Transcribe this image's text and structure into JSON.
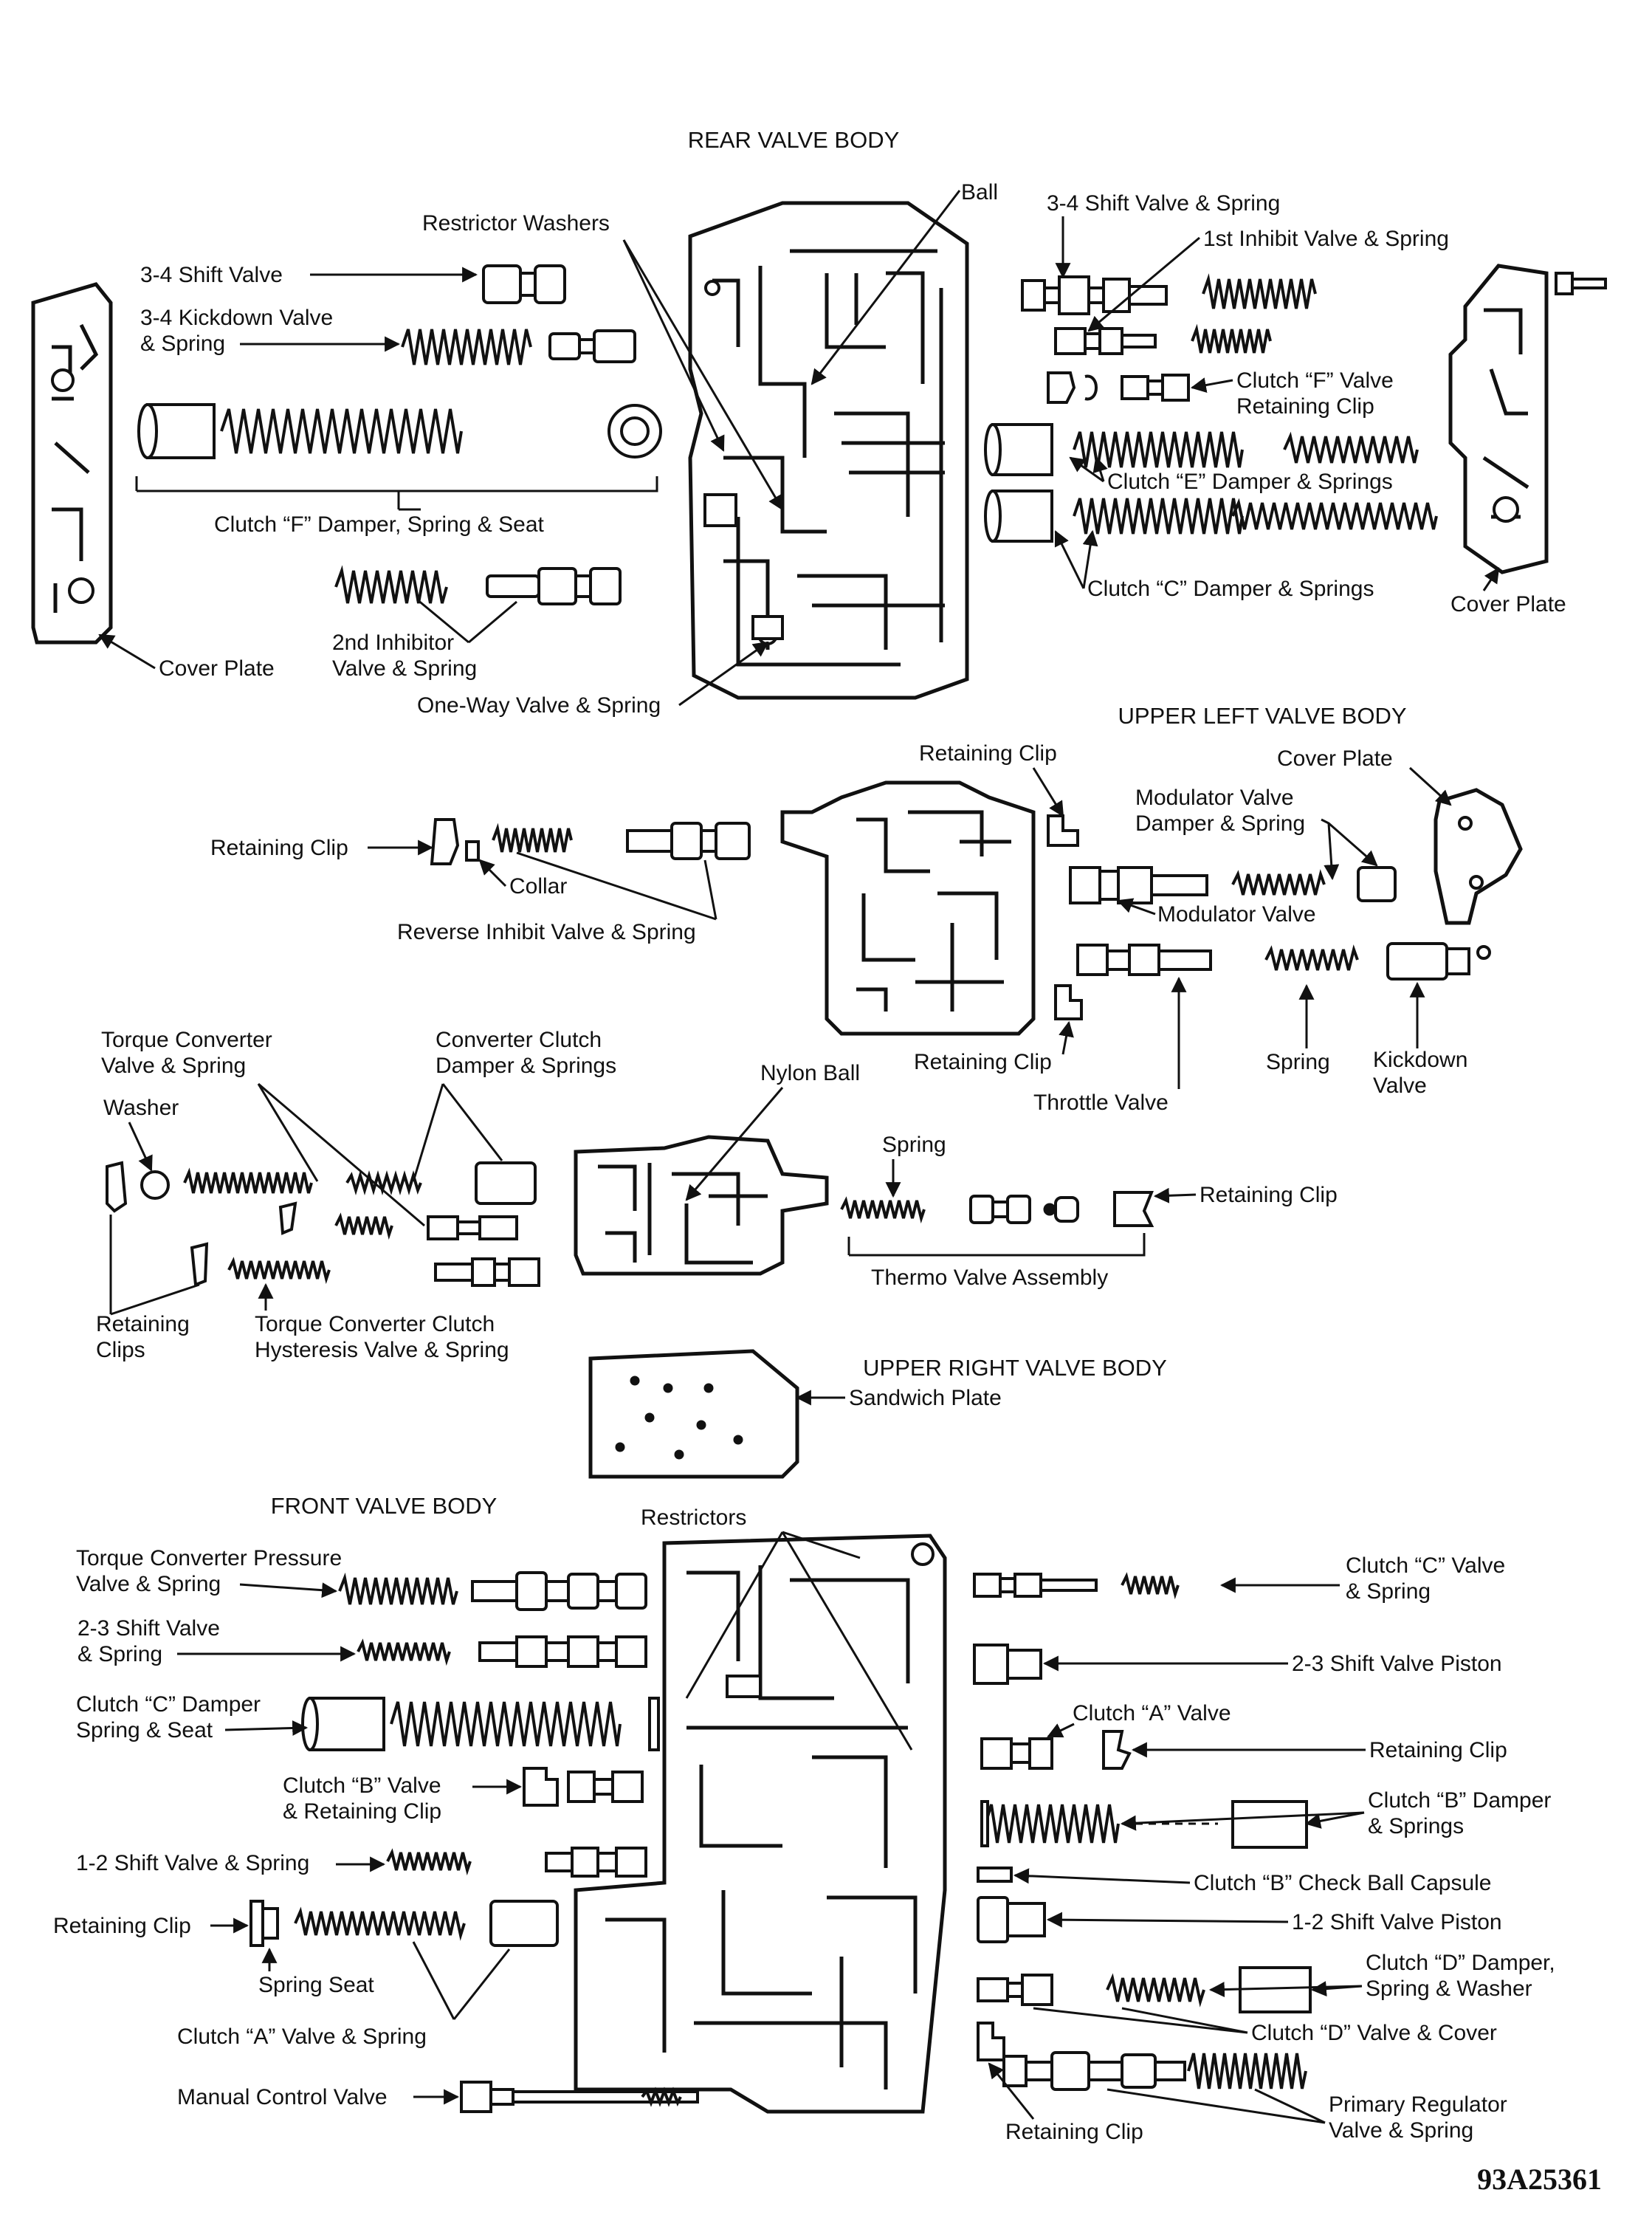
{
  "sections": {
    "rear": "REAR VALVE BODY",
    "upper_left": "UPPER LEFT VALVE BODY",
    "upper_right": "UPPER RIGHT VALVE BODY",
    "front": "FRONT VALVE BODY"
  },
  "figure_id": "93A25361",
  "rear_labels": {
    "ball": "Ball",
    "restrictor_washers": "Restrictor Washers",
    "shift_34_valve": "3-4 Shift Valve",
    "kickdown_34_a": "3-4 Kickdown Valve",
    "kickdown_34_b": "& Spring",
    "clutch_f_damper": "Clutch “F” Damper, Spring & Seat",
    "inhibitor_2nd_a": "2nd Inhibitor",
    "inhibitor_2nd_b": "Valve & Spring",
    "cover_plate_left": "Cover Plate",
    "one_way": "One-Way Valve & Spring",
    "shift_34_valve_spring": "3-4 Shift Valve & Spring",
    "inhibit_1st": "1st Inhibit Valve & Spring",
    "clutch_f_valve_a": "Clutch “F” Valve",
    "clutch_f_valve_b": "Retaining Clip",
    "clutch_e": "Clutch “E” Damper & Springs",
    "clutch_c": "Clutch “C” Damper & Springs",
    "cover_plate_right": "Cover Plate"
  },
  "upper_left_labels": {
    "retaining_clip_top": "Retaining Clip",
    "cover_plate": "Cover Plate",
    "modulator_damper_a": "Modulator Valve",
    "modulator_damper_b": "Damper & Spring",
    "retaining_clip_left": "Retaining Clip",
    "collar": "Collar",
    "reverse_inhibit": "Reverse Inhibit Valve & Spring",
    "modulator_valve": "Modulator Valve",
    "retaining_clip_bottom": "Retaining Clip",
    "throttle_valve": "Throttle Valve",
    "spring": "Spring",
    "kickdown_a": "Kickdown",
    "kickdown_b": "Valve"
  },
  "upper_right_labels": {
    "tc_valve_a": "Torque Converter",
    "tc_valve_b": "Valve & Spring",
    "cc_damper_a": "Converter Clutch",
    "cc_damper_b": "Damper & Springs",
    "washer": "Washer",
    "nylon_ball": "Nylon Ball",
    "spring": "Spring",
    "retaining_clip": "Retaining Clip",
    "retaining_clips_a": "Retaining",
    "retaining_clips_b": "Clips",
    "hysteresis_a": "Torque Converter Clutch",
    "hysteresis_b": "Hysteresis Valve & Spring",
    "thermo": "Thermo Valve Assembly",
    "sandwich_plate": "Sandwich Plate"
  },
  "front_labels": {
    "restrictors": "Restrictors",
    "tc_pressure_a": "Torque Converter Pressure",
    "tc_pressure_b": "Valve & Spring",
    "shift_23_a": "2-3 Shift Valve",
    "shift_23_b": "& Spring",
    "clutch_c_damper_a": "Clutch “C” Damper",
    "clutch_c_damper_b": "Spring & Seat",
    "clutch_b_valve_a": "Clutch “B” Valve",
    "clutch_b_valve_b": "& Retaining Clip",
    "shift_12": "1-2 Shift Valve & Spring",
    "retaining_clip_left": "Retaining Clip",
    "spring_seat": "Spring Seat",
    "clutch_a_valve_spring": "Clutch “A” Valve & Spring",
    "manual_control": "Manual Control Valve",
    "clutch_c_valve_a": "Clutch “C” Valve",
    "clutch_c_valve_b": "& Spring",
    "shift_23_piston": "2-3 Shift Valve Piston",
    "clutch_a_valve": "Clutch “A” Valve",
    "retaining_clip_right": "Retaining Clip",
    "clutch_b_damper_a": "Clutch “B” Damper",
    "clutch_b_damper_b": "& Springs",
    "clutch_b_check": "Clutch “B” Check Ball Capsule",
    "shift_12_piston": "1-2 Shift Valve Piston",
    "clutch_d_damper_a": "Clutch “D” Damper,",
    "clutch_d_damper_b": "Spring & Washer",
    "clutch_d_valve": "Clutch “D” Valve & Cover",
    "retaining_clip_bottom": "Retaining Clip",
    "primary_reg_a": "Primary Regulator",
    "primary_reg_b": "Valve & Spring"
  }
}
